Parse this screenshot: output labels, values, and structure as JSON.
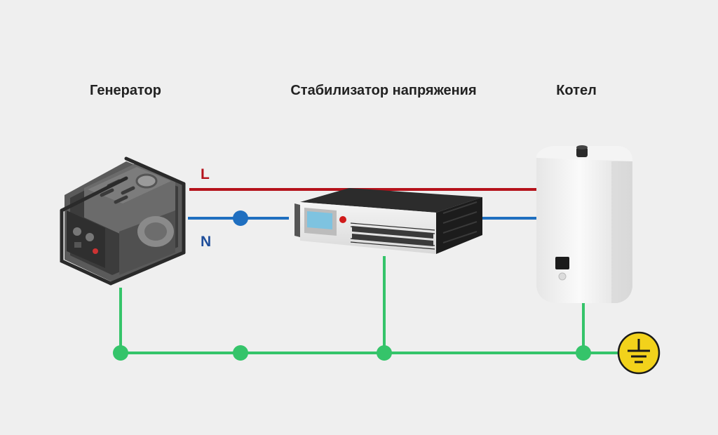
{
  "labels": {
    "generator": "Генератор",
    "stabilizer": "Стабилизатор напряжения",
    "boiler": "Котел"
  },
  "wires": {
    "line": "L",
    "neutral": "N"
  },
  "colors": {
    "background": "#efefef",
    "line_wire": "#b5121b",
    "neutral_wire": "#1f6fc0",
    "ground_wire": "#35c46a",
    "ground_symbol": "#f2d21b",
    "neutral_label": "#1f4e9a",
    "line_label": "#b5121b"
  },
  "icons": {
    "generator": "generator-icon",
    "stabilizer": "voltage-stabilizer-icon",
    "boiler": "boiler-icon",
    "ground": "ground-symbol-icon"
  }
}
